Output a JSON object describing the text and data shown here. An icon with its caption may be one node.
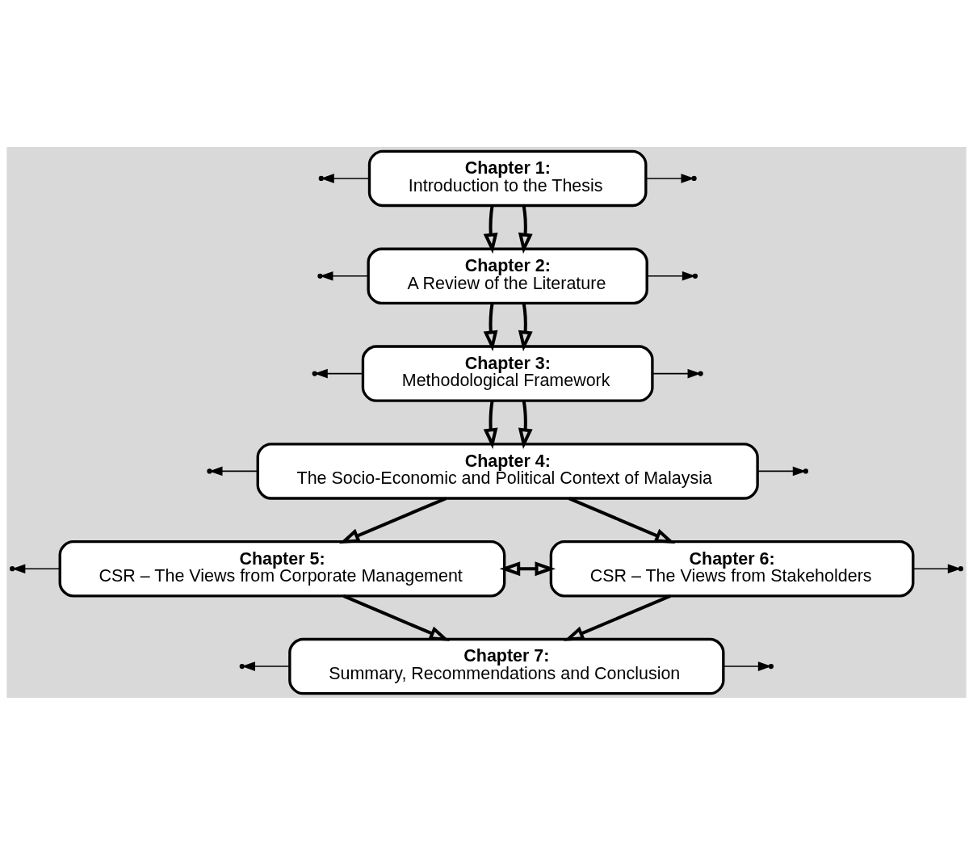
{
  "diagram": {
    "nodes": [
      {
        "text": [
          "Chapter 1:",
          "Introduction to the Thesis"
        ]
      },
      {
        "text": [
          "Chapter 2:",
          "A Review of the Literature"
        ]
      },
      {
        "text": [
          "Chapter 3:",
          "Methodological Framework"
        ]
      },
      {
        "text": [
          "Chapter 4:",
          "The Socio-Economic and Political Context of Malaysia"
        ]
      },
      {
        "text": [
          "Chapter 5:",
          "CSR – The Views from Corporate Management"
        ]
      },
      {
        "text": [
          "Chapter 6:",
          "CSR – The Views from Stakeholders"
        ]
      },
      {
        "text": [
          "Chapter 7:",
          "Summary, Recommendations and Conclusion"
        ]
      }
    ],
    "edges": [
      {
        "from": 0,
        "to": null,
        "arrow": "to"
      },
      {
        "from": 0,
        "to": null,
        "arrow": "to"
      },
      {
        "from": 0,
        "to": 1,
        "arrow": "to",
        "style": "thick"
      },
      {
        "from": 0,
        "to": 1,
        "arrow": "to",
        "style": "thick"
      },
      {
        "from": 1,
        "to": null,
        "arrow": "to"
      },
      {
        "from": 1,
        "to": null,
        "arrow": "to"
      },
      {
        "from": 1,
        "to": 2,
        "arrow": "to",
        "style": "thick"
      },
      {
        "from": 1,
        "to": 2,
        "arrow": "to",
        "style": "thick"
      },
      {
        "from": 2,
        "to": null,
        "arrow": "to"
      },
      {
        "from": 2,
        "to": null,
        "arrow": "to"
      },
      {
        "from": 2,
        "to": 3,
        "arrow": "to",
        "style": "thick"
      },
      {
        "from": 2,
        "to": 3,
        "arrow": "to",
        "style": "thick"
      },
      {
        "from": 3,
        "to": null,
        "arrow": "to"
      },
      {
        "from": 3,
        "to": null,
        "arrow": "to"
      },
      {
        "from": 3,
        "to": 4,
        "arrow": "to",
        "style": "thick"
      },
      {
        "from": 3,
        "to": 5,
        "arrow": "to",
        "style": "thick"
      },
      {
        "from": 4,
        "to": null,
        "arrow": "to"
      },
      {
        "from": 4,
        "to": 5,
        "arrow": "both",
        "style": "thick"
      },
      {
        "from": 5,
        "to": null,
        "arrow": "to"
      },
      {
        "from": 4,
        "to": 6,
        "arrow": "to",
        "style": "thick"
      },
      {
        "from": 5,
        "to": 6,
        "arrow": "to",
        "style": "thick"
      },
      {
        "from": 6,
        "to": null,
        "arrow": "to"
      },
      {
        "from": 6,
        "to": null,
        "arrow": "to"
      }
    ]
  }
}
